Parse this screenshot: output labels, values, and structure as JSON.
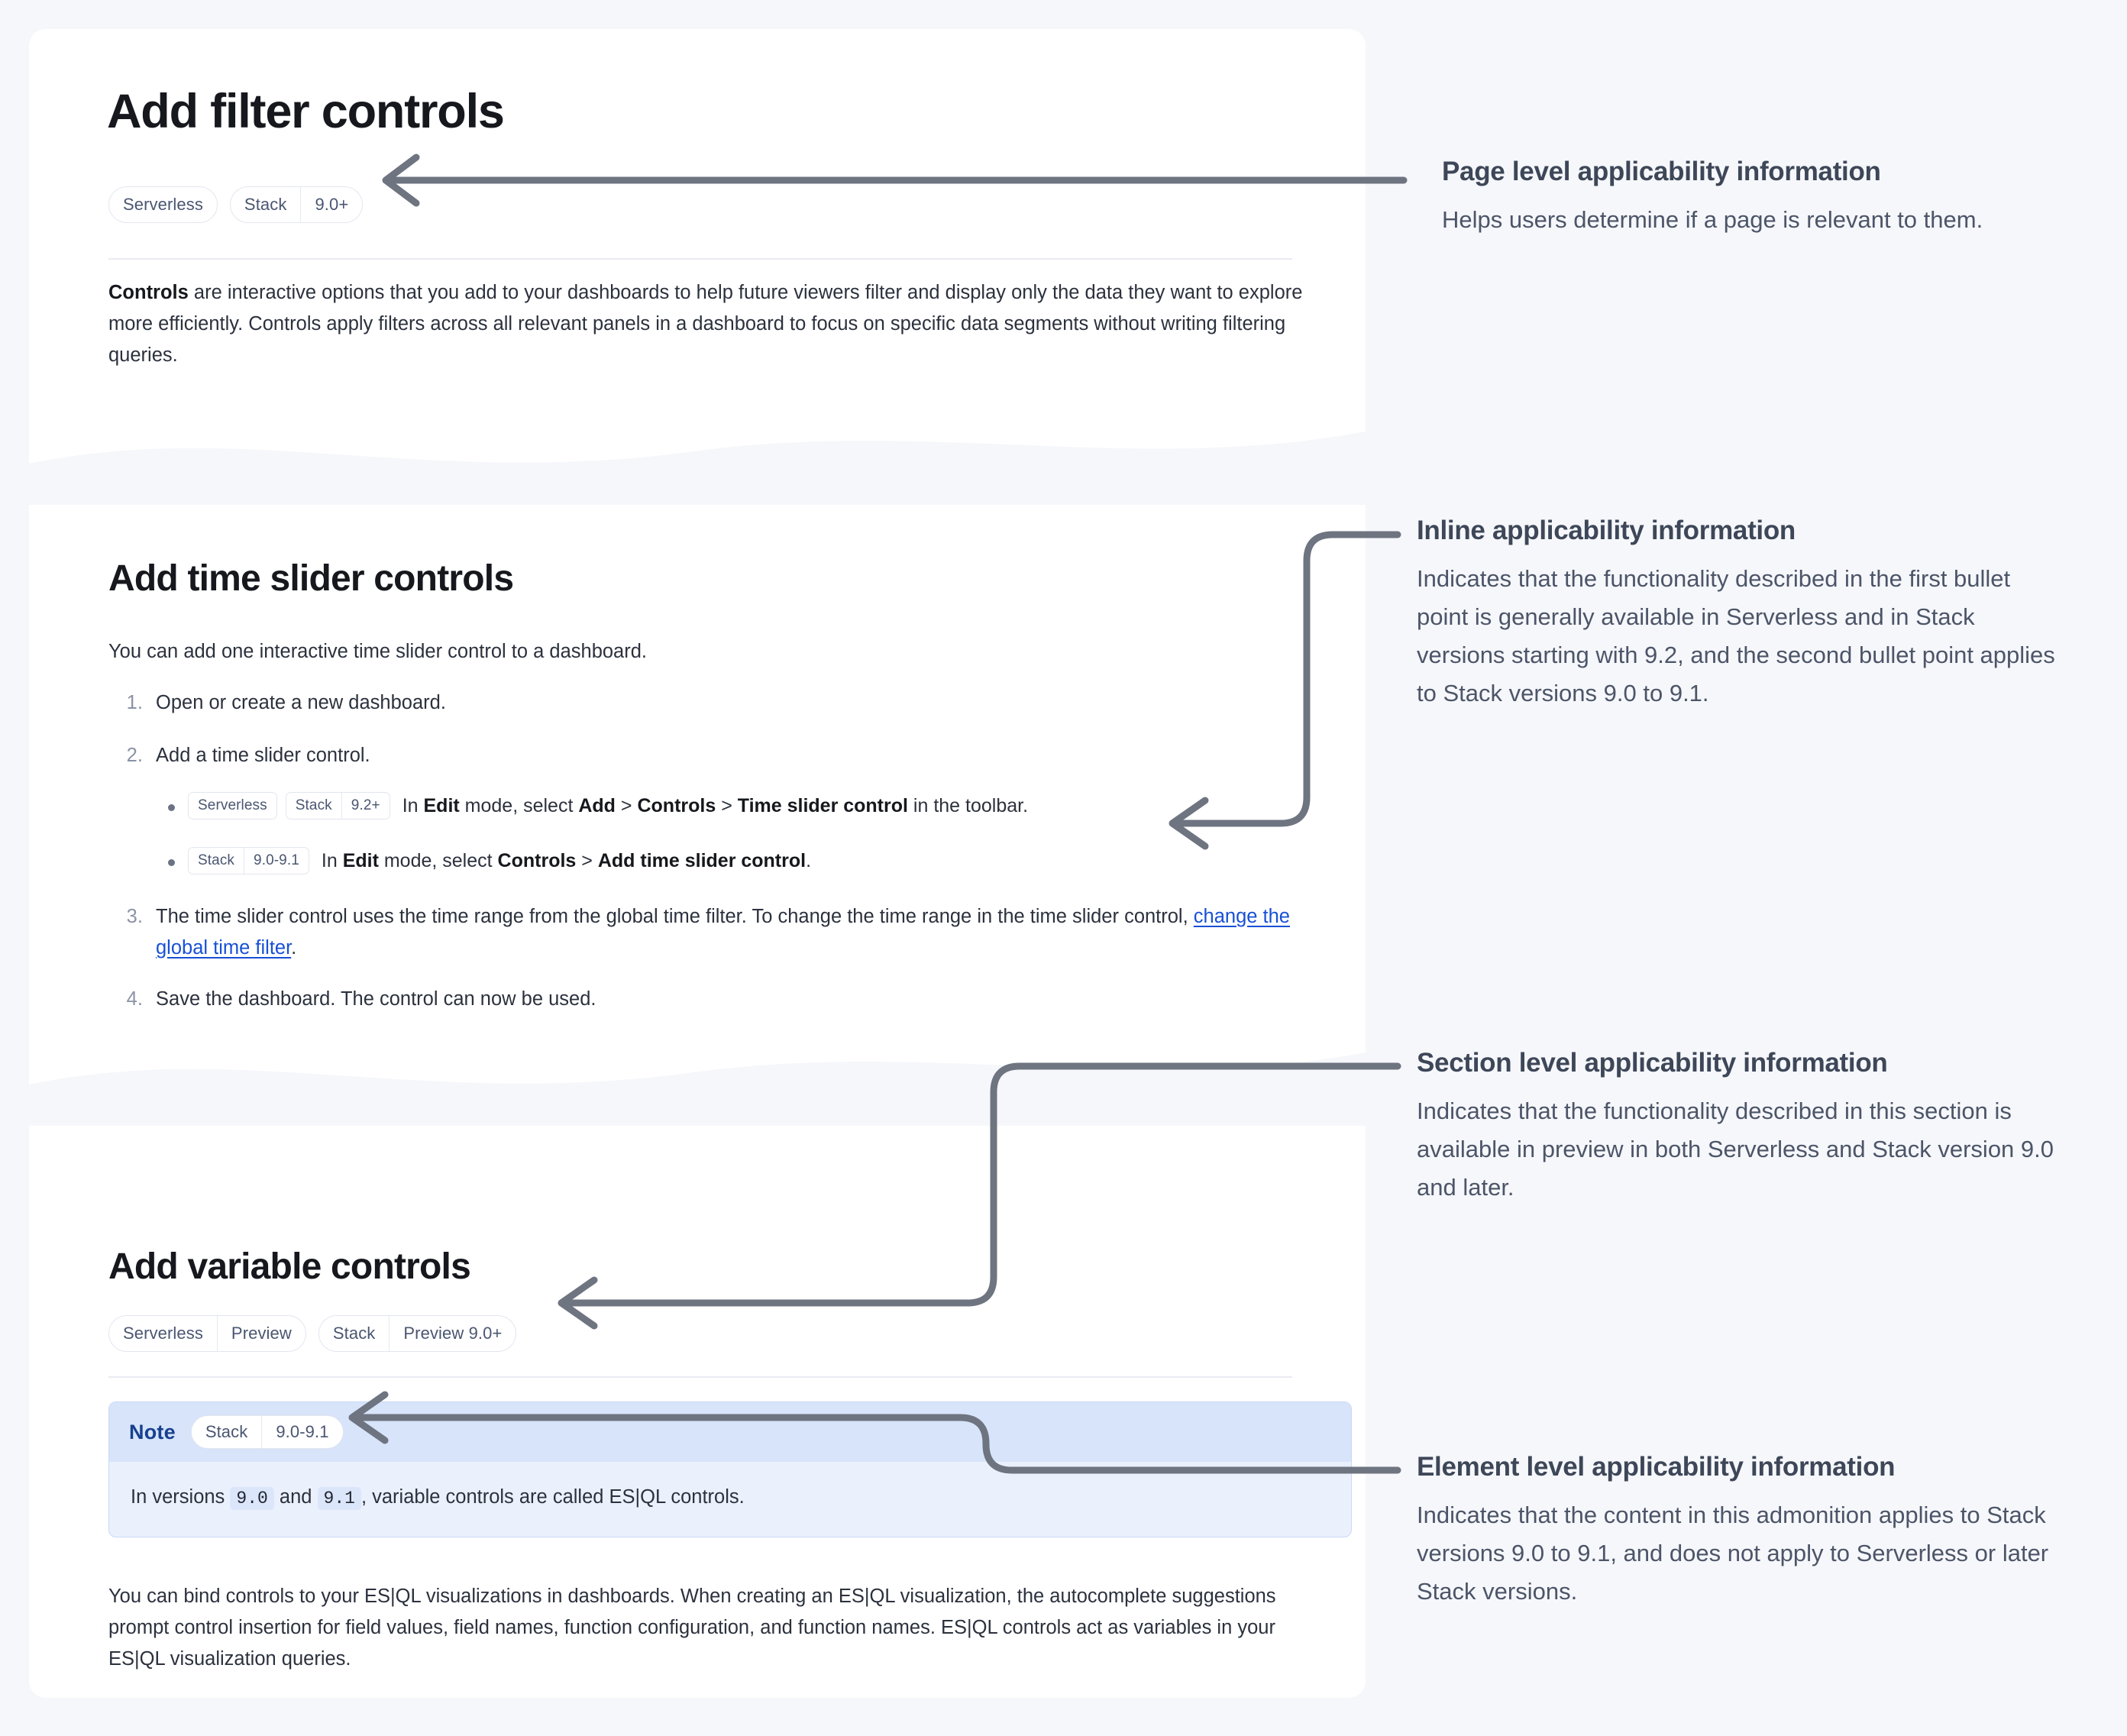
{
  "colors": {
    "page_background": "#f6f7fb",
    "panel_background": "#ffffff",
    "heading": "#16181d",
    "body_text": "#2b313d",
    "badge_text": "#4a5671",
    "badge_border": "#e3e6ef",
    "link": "#1750d6",
    "note_border": "#c9d9f7",
    "note_header_bg": "#d7e4fa",
    "note_body_bg": "#eaf1fd",
    "note_label": "#17408f",
    "annotation_heading": "#3d4758",
    "annotation_text": "#4c5568",
    "connector": "#6e7480"
  },
  "page": {
    "title": "Add filter controls",
    "badges": [
      {
        "segments": [
          "Serverless"
        ]
      },
      {
        "segments": [
          "Stack",
          "9.0+"
        ]
      }
    ],
    "intro": {
      "lead": "Controls",
      "rest": " are interactive options that you add to your dashboards to help future viewers filter and display only the data they want to explore more efficiently. Controls apply filters across all relevant panels in a dashboard to focus on specific data segments without writing filtering queries."
    }
  },
  "time_slider_section": {
    "title": "Add time slider controls",
    "intro": "You can add one interactive time slider control to a dashboard.",
    "steps": [
      {
        "text": "Open or create a new dashboard."
      },
      {
        "text": "Add a time slider control.",
        "substeps": [
          {
            "badges": [
              {
                "segments": [
                  "Serverless"
                ]
              },
              {
                "segments": [
                  "Stack",
                  "9.2+"
                ]
              }
            ],
            "parts": [
              {
                "t": "In ",
                "b": false
              },
              {
                "t": "Edit",
                "b": true
              },
              {
                "t": " mode, select ",
                "b": false
              },
              {
                "t": "Add",
                "b": true
              },
              {
                "t": " > ",
                "b": false
              },
              {
                "t": "Controls",
                "b": true
              },
              {
                "t": " > ",
                "b": false
              },
              {
                "t": "Time slider control",
                "b": true
              },
              {
                "t": " in the toolbar.",
                "b": false
              }
            ]
          },
          {
            "badges": [
              {
                "segments": [
                  "Stack",
                  "9.0-9.1"
                ]
              }
            ],
            "parts": [
              {
                "t": "In ",
                "b": false
              },
              {
                "t": "Edit",
                "b": true
              },
              {
                "t": " mode, select ",
                "b": false
              },
              {
                "t": "Controls",
                "b": true
              },
              {
                "t": " > ",
                "b": false
              },
              {
                "t": "Add time slider control",
                "b": true
              },
              {
                "t": ".",
                "b": false
              }
            ]
          }
        ]
      },
      {
        "text_before_link": "The time slider control uses the time range from the global time filter. To change the time range in the time slider control, ",
        "link_text": "change the global time filter",
        "text_after_link": "."
      },
      {
        "text": "Save the dashboard. The control can now be used."
      }
    ]
  },
  "variable_section": {
    "title": "Add variable controls",
    "badges": [
      {
        "segments": [
          "Serverless",
          "Preview"
        ]
      },
      {
        "segments": [
          "Stack",
          "Preview 9.0+"
        ]
      }
    ],
    "note": {
      "label": "Note",
      "badges": [
        {
          "segments": [
            "Stack",
            "9.0-9.1"
          ]
        }
      ],
      "body_parts": [
        {
          "t": "In versions ",
          "code": false
        },
        {
          "t": "9.0",
          "code": true
        },
        {
          "t": " and ",
          "code": false
        },
        {
          "t": "9.1",
          "code": true
        },
        {
          "t": ", variable controls are called ES|QL controls.",
          "code": false
        }
      ]
    },
    "paragraph": "You can bind controls to your ES|QL visualizations in dashboards. When creating an ES|QL visualization, the autocomplete suggestions prompt control insertion for field values, field names, function configuration, and function names. ES|QL controls act as variables in your ES|QL visualization queries."
  },
  "annotations": [
    {
      "id": "page-level",
      "heading": "Page level applicability information",
      "body": "Helps users determine if a page is relevant to them."
    },
    {
      "id": "inline",
      "heading": "Inline applicability information",
      "body": "Indicates that the functionality described in the first bullet point is generally available in Serverless and in Stack versions starting with 9.2, and the second bullet point applies to Stack versions 9.0 to 9.1."
    },
    {
      "id": "section-level",
      "heading": "Section level applicability information",
      "body": "Indicates that the functionality described in this section is available in preview in both Serverless and Stack version 9.0 and later."
    },
    {
      "id": "element-level",
      "heading": "Element level applicability information",
      "body": "Indicates that the content in this admonition applies to Stack versions 9.0 to 9.1, and does not apply to Serverless or later Stack versions."
    }
  ]
}
